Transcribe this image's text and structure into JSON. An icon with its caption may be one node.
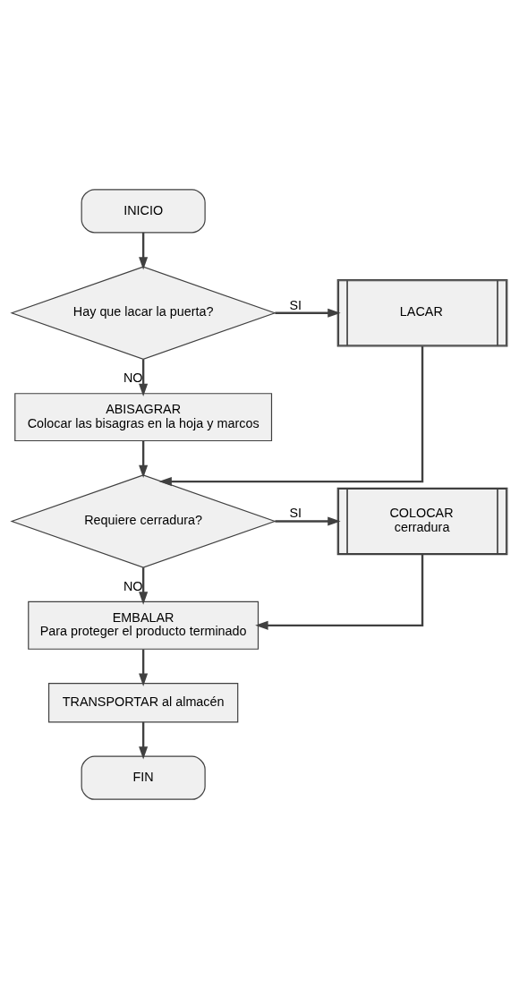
{
  "diagram": {
    "nodes": [
      {
        "text": [
          "INICIO"
        ]
      },
      {
        "text": [
          "Hay que lacar la puerta?"
        ]
      },
      {
        "text": [
          "LACAR"
        ]
      },
      {
        "text": [
          "ABISAGRAR",
          "Colocar las bisagras en la hoja y marcos"
        ]
      },
      {
        "text": [
          "Requiere cerradura?"
        ]
      },
      {
        "text": [
          "COLOCAR",
          "cerradura"
        ]
      },
      {
        "text": [
          "EMBALAR",
          "Para proteger el producto terminado"
        ]
      },
      {
        "text": [
          "TRANSPORTAR al almacén"
        ]
      },
      {
        "text": [
          "FIN"
        ]
      }
    ],
    "edges": [
      {
        "from": 0,
        "to": 1,
        "arrow": "to"
      },
      {
        "from": 1,
        "to": 2,
        "arrow": "to",
        "label": "SI"
      },
      {
        "from": 1,
        "to": 3,
        "arrow": "to",
        "label": "NO"
      },
      {
        "from": 3,
        "to": 4,
        "arrow": "to"
      },
      {
        "from": 2,
        "to": 4,
        "arrow": "to"
      },
      {
        "from": 4,
        "to": 5,
        "arrow": "to",
        "label": "SI"
      },
      {
        "from": 4,
        "to": 6,
        "arrow": "to",
        "label": "NO"
      },
      {
        "from": 5,
        "to": 6,
        "arrow": "to"
      },
      {
        "from": 6,
        "to": 7,
        "arrow": "to"
      },
      {
        "from": 7,
        "to": 8,
        "arrow": "to"
      }
    ]
  }
}
